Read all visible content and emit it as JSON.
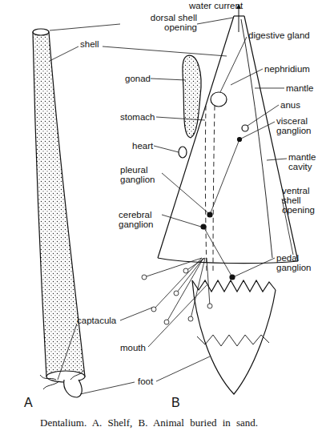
{
  "diagram": {
    "caption": "Dentalium. A. Shelf, B. Animal buried in sand.",
    "labels": [
      "water current",
      "dorsal shell opening",
      "shell",
      "digestive gland",
      "nephridium",
      "gonad",
      "mantle",
      "stomach",
      "anus",
      "heart",
      "visceral ganglion",
      "pleural ganglion",
      "mantle cavity",
      "cerebral ganglion",
      "ventral shell opening",
      "captacula",
      "pedal ganglion",
      "mouth",
      "foot",
      "A",
      "B"
    ]
  }
}
